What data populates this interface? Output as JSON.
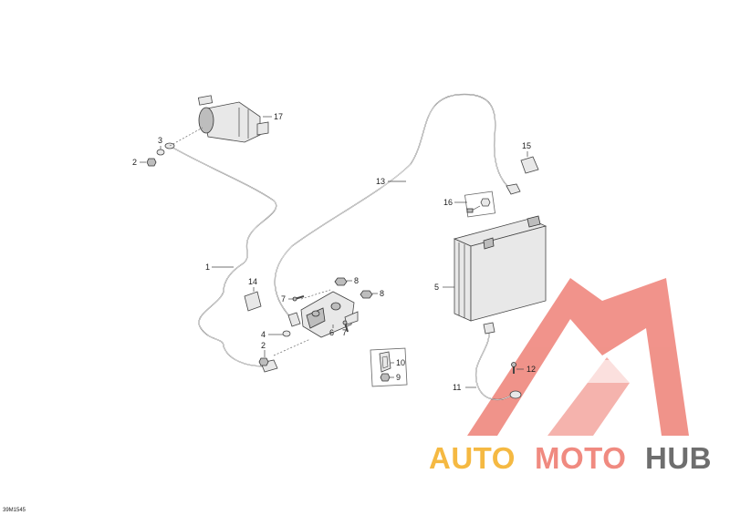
{
  "diagram_ref": "39M1545",
  "callouts": {
    "c1": "1",
    "c2a": "2",
    "c2b": "2",
    "c3": "3",
    "c4": "4",
    "c5": "5",
    "c6": "6",
    "c7a": "7",
    "c7b": "7",
    "c8a": "8",
    "c8b": "8",
    "c9": "9",
    "c10": "10",
    "c11": "11",
    "c12": "12",
    "c13": "13",
    "c14": "14",
    "c15": "15",
    "c16": "16",
    "c17": "17"
  },
  "watermark": {
    "word_auto": "AUTO",
    "word_moto": "MOTO",
    "word_hub": "HUB",
    "color_auto": "#f5b942",
    "color_moto": "#f08a80",
    "color_hub": "#6e6e6e",
    "color_logo": "#ec6f64"
  }
}
